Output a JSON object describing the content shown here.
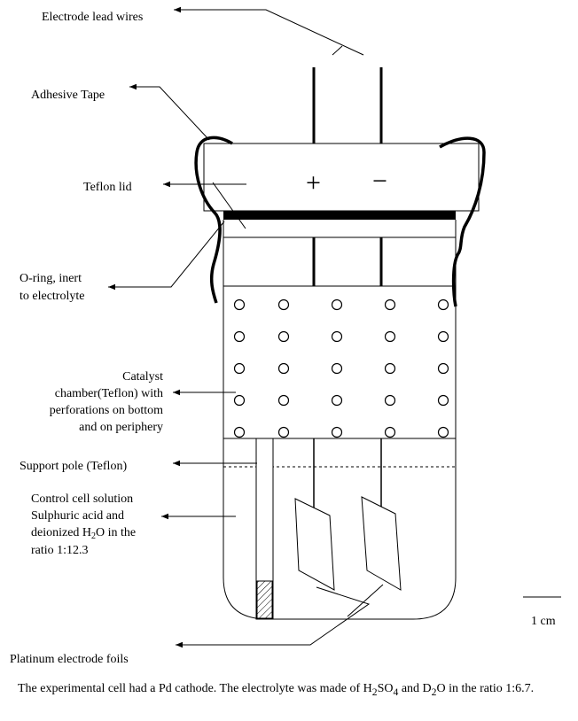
{
  "labels": {
    "electrode_lead_wires": "Electrode lead wires",
    "adhesive_tape": "Adhesive Tape",
    "teflon_lid": "Teflon lid",
    "o_ring": [
      "O-ring, inert",
      "to electrolyte"
    ],
    "catalyst_chamber": [
      "Catalyst",
      "chamber(Teflon) with",
      "perforations on bottom",
      "and on periphery"
    ],
    "support_pole": "Support pole (Teflon)",
    "control_solution": {
      "line1": "Control cell solution",
      "line2": "Sulphuric acid and",
      "line3_pre": "deionized H",
      "line3_sub": "2",
      "line3_post": "O in the",
      "line4": "ratio 1:12.3"
    },
    "platinum_foils": "Platinum electrode foils",
    "scale": "1 cm"
  },
  "signs": {
    "plus": "+",
    "minus": "−"
  },
  "caption": {
    "p1": "The experimental cell had a Pd cathode. The electrolyte was made of H",
    "s1": "2",
    "p2": "SO",
    "s2": "4",
    "p3": " and D",
    "s3": "2",
    "p4": "O in the ratio 1:6.7."
  },
  "colors": {
    "ink": "#000000",
    "background": "#ffffff"
  }
}
